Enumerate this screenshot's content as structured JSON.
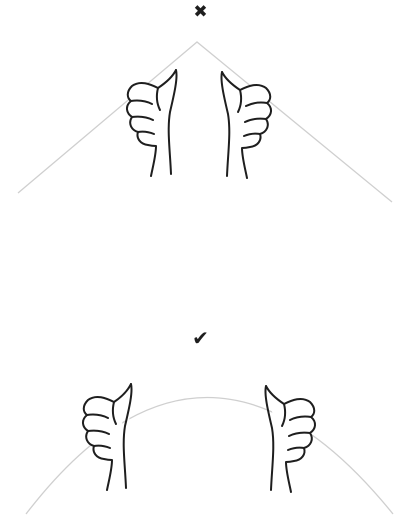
{
  "panels": [
    {
      "id": "incorrect",
      "symbol": "✖",
      "guide_shape": "angular",
      "color": "#1e1e1e",
      "guide_color": "#cfcfcf"
    },
    {
      "id": "correct",
      "symbol": "✔",
      "guide_shape": "arc",
      "color": "#1e1e1e",
      "guide_color": "#cfcfcf"
    }
  ]
}
